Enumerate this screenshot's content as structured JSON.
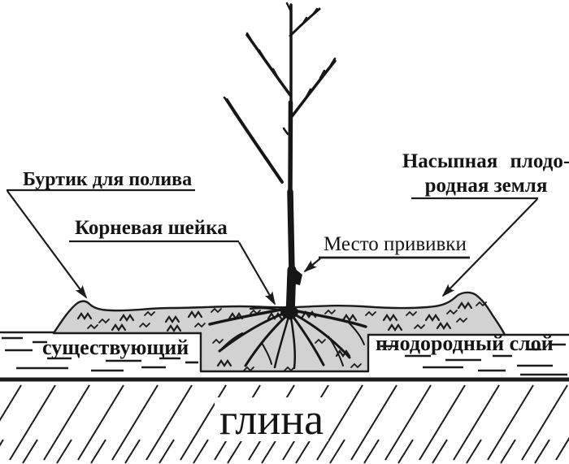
{
  "diagram": {
    "kind": "tree-planting-scheme",
    "colors": {
      "ink": "#1c1c1c",
      "mound_fill": "#d2d2d2",
      "paper": "#ffffff"
    },
    "labels": {
      "watering_ridge": "Буртик для полива",
      "root_collar": "Корневая шейка",
      "graft_site": "Место прививки",
      "fill_soil_line1": "Насыпная плодо-",
      "fill_soil_line2": "родная земля",
      "soil_layer_left": "существующий",
      "soil_layer_right": "плодородный слой",
      "clay": "глина"
    }
  }
}
